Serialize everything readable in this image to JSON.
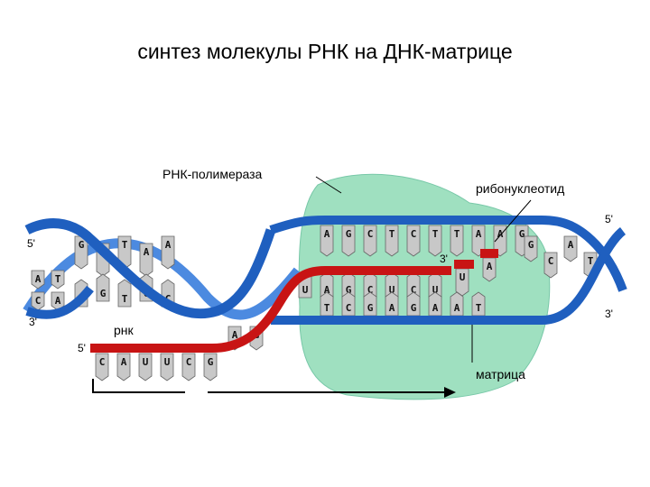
{
  "title": "синтез молекулы РНК на ДНК-матрице",
  "labels": {
    "polymerase": "РНК-полимераза",
    "ribonucleotide": "рибонуклеотид",
    "rna": "рнк",
    "template": "матрица"
  },
  "primes": {
    "left_top": "5'",
    "left_bottom": "3'",
    "right_top": "5'",
    "right_bottom": "3'",
    "rna_start": "5'",
    "rna_end": "3'"
  },
  "sequences": {
    "coding_strand": [
      "A",
      "G",
      "C",
      "T",
      "C",
      "T",
      "T",
      "A",
      "A",
      "G"
    ],
    "rna_in_bubble": [
      "U",
      "A",
      "G",
      "C",
      "U",
      "C",
      "U"
    ],
    "template_strand": [
      "T",
      "C",
      "G",
      "A",
      "G",
      "A",
      "A",
      "T"
    ],
    "free_nucleotide": "U",
    "incoming_nucleotide": "A",
    "rna_tail": [
      "C",
      "A",
      "U",
      "U",
      "C",
      "G"
    ],
    "rna_tail_next": [
      "G",
      "A"
    ],
    "left_helix_top": [
      "G",
      "A",
      "T",
      "A",
      "A"
    ],
    "left_helix_bottom": [
      "C",
      "G",
      "T",
      "G",
      "C"
    ],
    "left_edge": [
      "A",
      "T",
      "C",
      "A"
    ],
    "right_helix": [
      "G",
      "C",
      "A",
      "T"
    ]
  },
  "colors": {
    "dna_backbone": "#1f5fbf",
    "dna_backbone_light": "#4c8ae0",
    "rna_strand": "#c81414",
    "polymerase": "#9fe0c0",
    "polymerase_edge": "#78c8a8",
    "nucleotide": "#c8c8c8"
  }
}
